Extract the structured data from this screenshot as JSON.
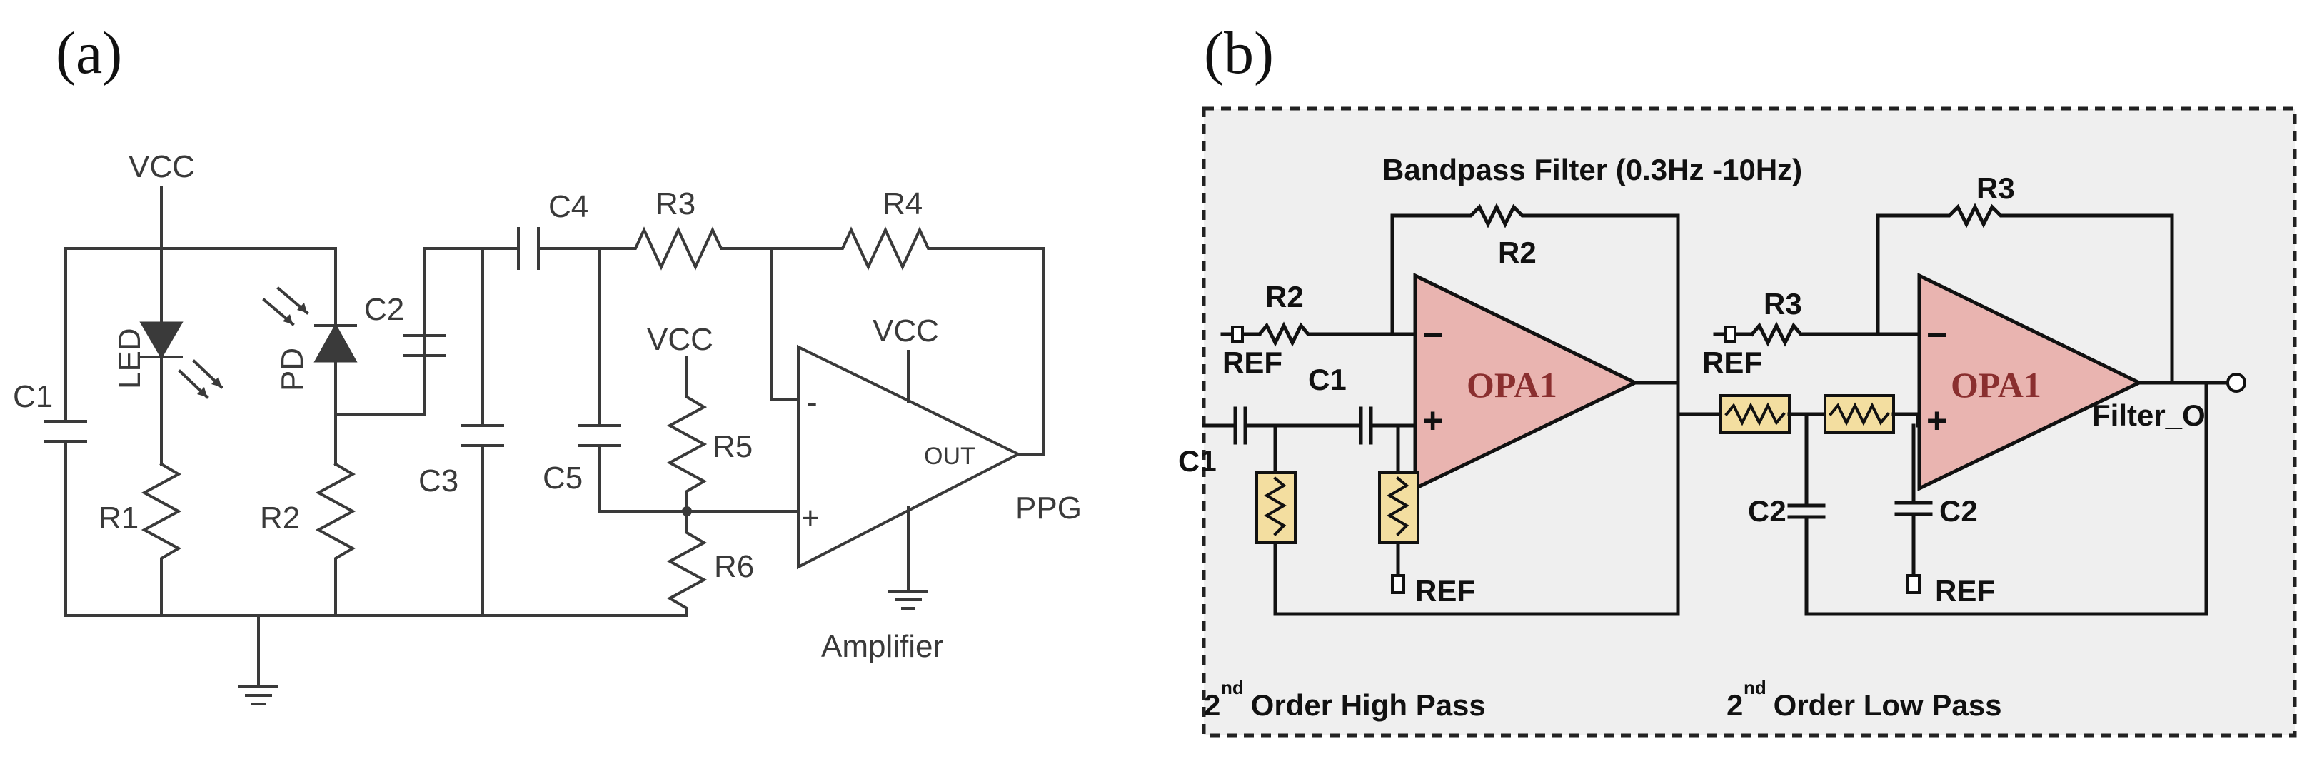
{
  "panel_a": {
    "tag": "(a)",
    "labels": {
      "vcc_top": "VCC",
      "c1": "C1",
      "led": "LED",
      "r1": "R1",
      "pd": "PD",
      "c2": "C2",
      "r2": "R2",
      "c3": "C3",
      "c4": "C4",
      "r3": "R3",
      "r4": "R4",
      "vcc_mid": "VCC",
      "r5": "R5",
      "c5": "C5",
      "r6": "R6",
      "vcc_amp": "VCC",
      "minus": "-",
      "plus": "+",
      "out": "OUT",
      "ppg": "PPG",
      "amplifier": "Amplifier"
    }
  },
  "panel_b": {
    "tag": "(b)",
    "title": "Bandpass Filter (0.3Hz -10Hz)",
    "labels": {
      "r2_top": "R2",
      "r2_in": "R2",
      "ref1": "REF",
      "c1_in": "C1",
      "c1_mid": "C1",
      "opa1_left": "OPA1",
      "minus_left": "−",
      "plus_left": "+",
      "ref_bottom_left": "REF",
      "r3_top": "R3",
      "r3_in": "R3",
      "ref2": "REF",
      "opa1_right": "OPA1",
      "minus_right": "−",
      "plus_right": "+",
      "filter_out": "Filter_O",
      "c2_left": "C2",
      "c2_right": "C2",
      "ref_bottom_right": "REF"
    },
    "section_left": {
      "order": "2",
      "sup": "nd",
      "text": " Order High Pass"
    },
    "section_right": {
      "order": "2",
      "sup": "nd",
      "text": " Order Low Pass"
    },
    "colors": {
      "opamp_fill": "#e9b4b0",
      "resistor_box": "#f3dea0",
      "panel_bg": "#efefef"
    }
  }
}
